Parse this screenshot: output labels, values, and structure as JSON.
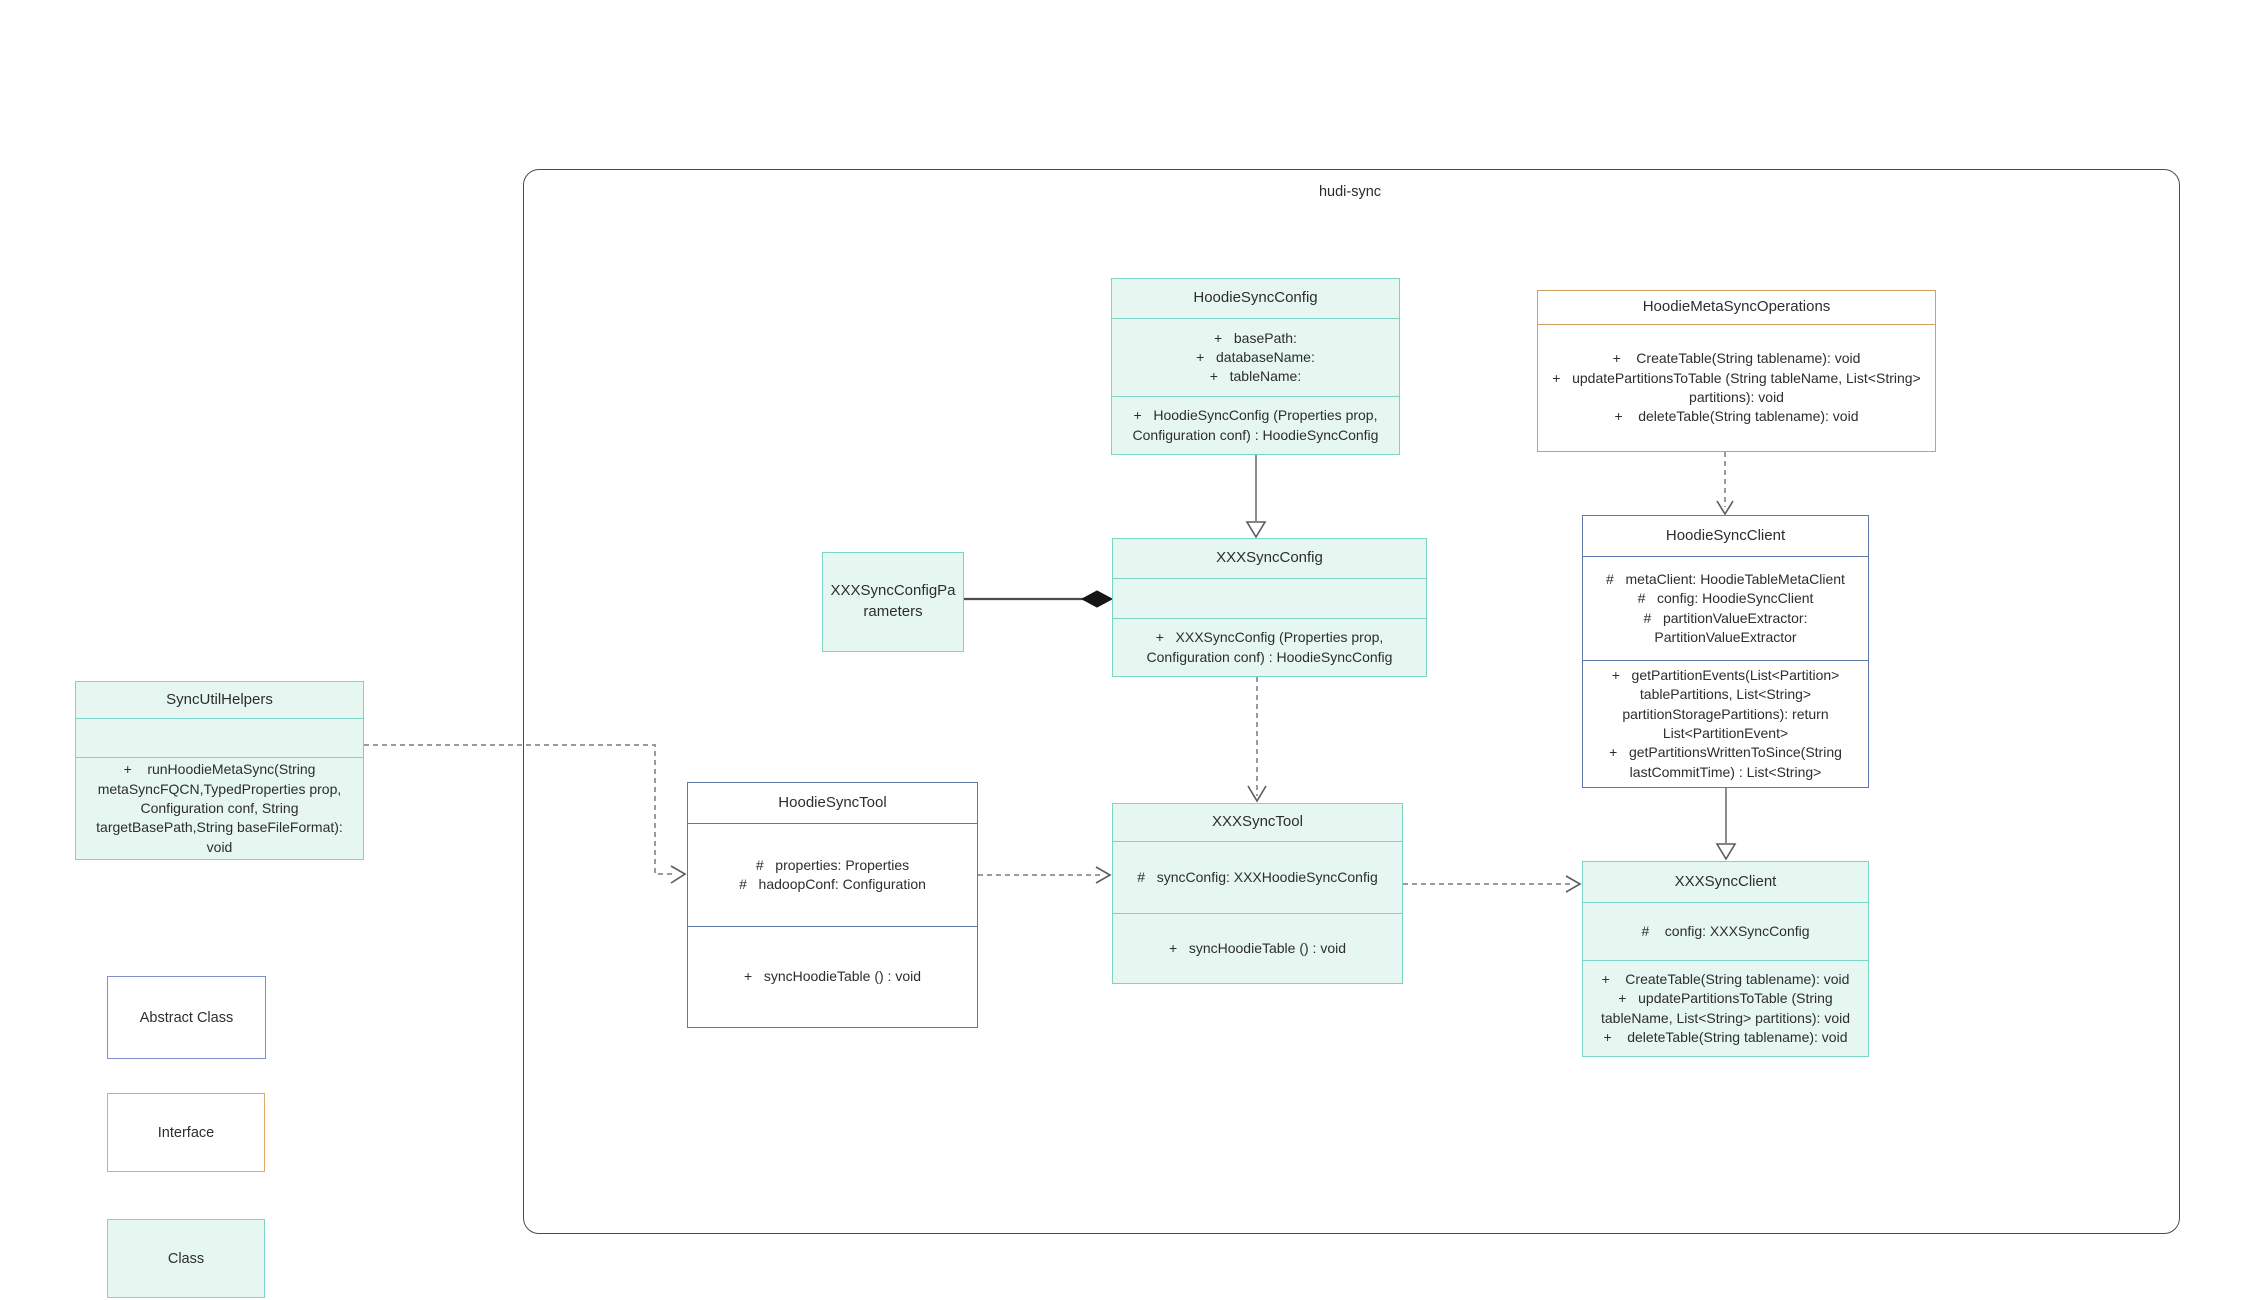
{
  "diagram": {
    "container_label": "hudi-sync",
    "colors": {
      "class_fill": "#e6f7f2",
      "class_border": "#7cd4c4",
      "abstract_border": "#5e79a8",
      "interface_border": "#cfa061",
      "container_border": "#454b66",
      "connector_gray": "#8a8a8a"
    },
    "classes": {
      "hoodieSyncConfig": {
        "title": "HoodieSyncConfig",
        "attributes": [
          "+   basePath:",
          "+   databaseName:",
          "+   tableName:"
        ],
        "methods": [
          "+   HoodieSyncConfig (Properties prop, Configuration conf) : HoodieSyncConfig"
        ]
      },
      "hoodieMetaSyncOperations": {
        "title": "HoodieMetaSyncOperations",
        "methods": [
          "+    CreateTable(String tablename): void",
          "+   updatePartitionsToTable (String tableName, List<String> partitions): void",
          "+    deleteTable(String tablename): void"
        ]
      },
      "xxxSyncConfigParameters": {
        "title": "XXXSyncConfigParameters"
      },
      "xxxSyncConfig": {
        "title": "XXXSyncConfig",
        "methods": [
          "+   XXXSyncConfig (Properties prop, Configuration conf) : HoodieSyncConfig"
        ]
      },
      "hoodieSyncClient": {
        "title": "HoodieSyncClient",
        "attributes": [
          "#   metaClient: HoodieTableMetaClient",
          "#   config: HoodieSyncClient",
          "#   partitionValueExtractor: PartitionValueExtractor"
        ],
        "methods": [
          "+   getPartitionEvents(List<Partition> tablePartitions, List<String> partitionStoragePartitions): return List<PartitionEvent>",
          "+   getPartitionsWrittenToSince(String lastCommitTime) : List<String>"
        ]
      },
      "syncUtilHelpers": {
        "title": "SyncUtilHelpers",
        "methods": [
          "+    runHoodieMetaSync(String metaSyncFQCN,TypedProperties prop, Configuration conf, String targetBasePath,String baseFileFormat): void"
        ]
      },
      "hoodieSyncTool": {
        "title": "HoodieSyncTool",
        "attributes": [
          "#   properties: Properties",
          "#   hadoopConf: Configuration"
        ],
        "methods": [
          "+   syncHoodieTable () : void"
        ]
      },
      "xxxSyncTool": {
        "title": "XXXSyncTool",
        "attributes": [
          "#   syncConfig: XXXHoodieSyncConfig"
        ],
        "methods": [
          "+   syncHoodieTable () : void"
        ]
      },
      "xxxSyncClient": {
        "title": "XXXSyncClient",
        "attributes": [
          "#    config: XXXSyncConfig"
        ],
        "methods": [
          "+    CreateTable(String tablename): void",
          "+   updatePartitionsToTable (String tableName, List<String> partitions): void",
          "+    deleteTable(String tablename): void"
        ]
      }
    },
    "legend": {
      "abstract_label": "Abstract Class",
      "interface_label": "Interface",
      "class_label": "Class"
    }
  }
}
